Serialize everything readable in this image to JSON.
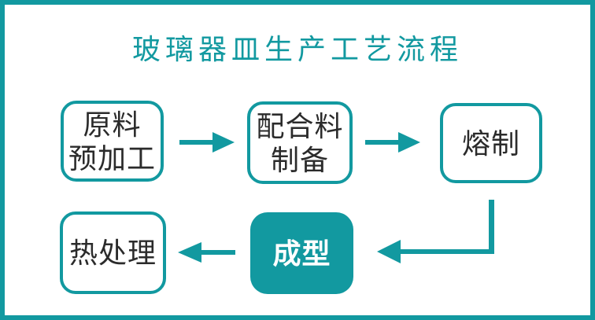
{
  "title": "玻璃器皿生产工艺流程",
  "colors": {
    "accent_teal": "#1299A0",
    "node_text": "#2B2B2B",
    "filled_node_text": "#FFFFFF",
    "background": "#FFFFFF"
  },
  "flowchart": {
    "nodes": [
      {
        "id": "raw-material-pretreatment",
        "lines": [
          "原料",
          "预加工"
        ],
        "style": "outline"
      },
      {
        "id": "batch-preparation",
        "lines": [
          "配合料",
          "制备"
        ],
        "style": "outline"
      },
      {
        "id": "melting",
        "lines": [
          "熔制"
        ],
        "style": "outline"
      },
      {
        "id": "forming",
        "lines": [
          "成型"
        ],
        "style": "filled"
      },
      {
        "id": "heat-treatment",
        "lines": [
          "热处理"
        ],
        "style": "outline"
      }
    ],
    "connections": [
      {
        "from": "raw-material-pretreatment",
        "to": "batch-preparation",
        "shape": "straight-right-arrow"
      },
      {
        "from": "batch-preparation",
        "to": "melting",
        "shape": "straight-right-arrow"
      },
      {
        "from": "melting",
        "to": "forming",
        "shape": "down-then-left-elbow-arrow"
      },
      {
        "from": "forming",
        "to": "heat-treatment",
        "shape": "straight-left-arrow"
      }
    ]
  }
}
